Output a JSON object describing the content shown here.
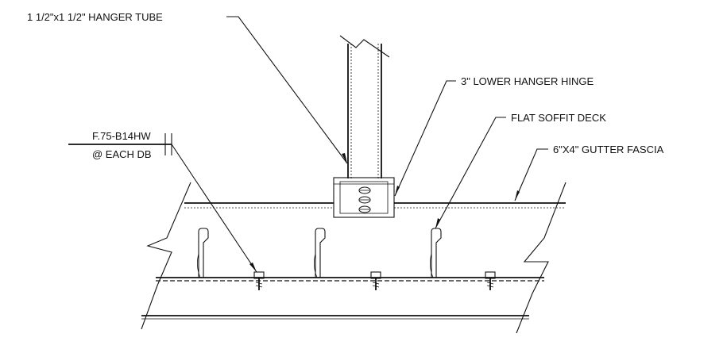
{
  "labels": {
    "hanger_tube": "1 1/2\"x1 1/2\" HANGER TUBE",
    "lower_hinge": "3\" LOWER HANGER HINGE",
    "soffit_deck": "FLAT SOFFIT DECK",
    "fastener_line1": "F.75-B14HW",
    "fastener_line2": "@ EACH DB",
    "gutter_fascia": "6\"X4\" GUTTER FASCIA"
  }
}
